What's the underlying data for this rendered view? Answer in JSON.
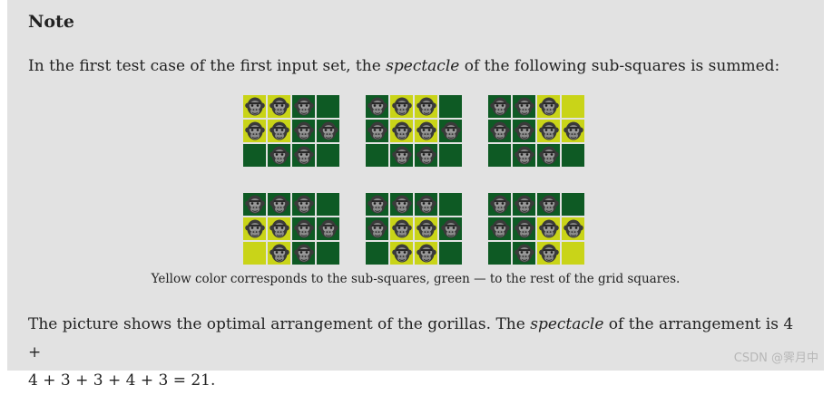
{
  "note": {
    "title": "Note",
    "para1_prefix": "In the first test case of the first input set, the ",
    "para1_em": "spectacle",
    "para1_suffix": " of the following sub-squares is summed:",
    "caption": "Yellow color corresponds to the sub-squares, green — to the rest of the grid squares.",
    "para2_prefix": "The picture shows the optimal arrangement of the gorillas. The ",
    "para2_em": "spectacle",
    "para2_mid": " of the arrangement is 4 +",
    "para2_line2": "4 + 3 + 3 + 4 + 3 = 21."
  },
  "watermark": "CSDN @霁月中",
  "colors": {
    "green": "#0e5a24",
    "yellow": "#c9d418",
    "gap": "#e9e9e9",
    "panel": "#e2e2e2"
  },
  "figure": {
    "icon": "gorilla-icon",
    "gorilla_pattern": [
      [
        1,
        1,
        1,
        0
      ],
      [
        1,
        1,
        1,
        1
      ],
      [
        0,
        1,
        1,
        0
      ]
    ],
    "grids": [
      {
        "yellow": [
          [
            0,
            0
          ],
          [
            0,
            1
          ],
          [
            1,
            0
          ],
          [
            1,
            1
          ]
        ]
      },
      {
        "yellow": [
          [
            0,
            1
          ],
          [
            0,
            2
          ],
          [
            1,
            1
          ],
          [
            1,
            2
          ]
        ]
      },
      {
        "yellow": [
          [
            0,
            2
          ],
          [
            0,
            3
          ],
          [
            1,
            2
          ],
          [
            1,
            3
          ]
        ]
      },
      {
        "yellow": [
          [
            1,
            0
          ],
          [
            1,
            1
          ],
          [
            2,
            0
          ],
          [
            2,
            1
          ]
        ]
      },
      {
        "yellow": [
          [
            1,
            1
          ],
          [
            1,
            2
          ],
          [
            2,
            1
          ],
          [
            2,
            2
          ]
        ]
      },
      {
        "yellow": [
          [
            1,
            2
          ],
          [
            1,
            3
          ],
          [
            2,
            2
          ],
          [
            2,
            3
          ]
        ]
      }
    ]
  }
}
